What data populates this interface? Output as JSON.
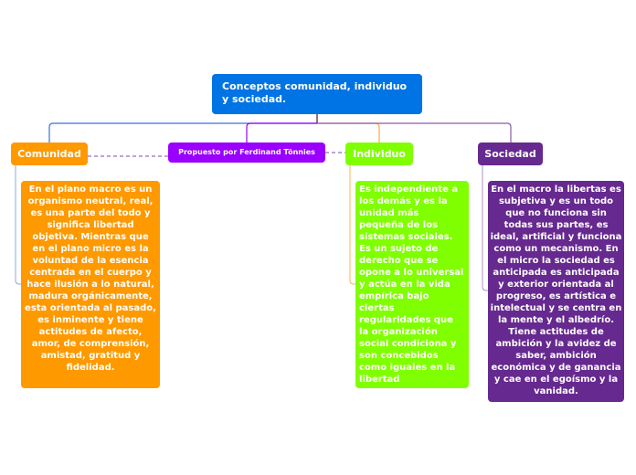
{
  "root": {
    "title": "Conceptos comunidad, individuo y sociedad."
  },
  "nodes": {
    "comunidad": {
      "label": "Comunidad",
      "text": "En el plano macro es un organismo neutral, real, es una parte del todo y significa libertad objetiva. Mientras que en el plano micro es la voluntad de la esencia centrada en el cuerpo y hace ilusión a lo natural, madura orgánicamente, esta orientada al pasado, es inminente y tiene actitudes de afecto, amor, de comprensión, amistad, gratitud y fidelidad."
    },
    "propuesto": {
      "label": "Propuesto por Ferdinand Tönnies"
    },
    "individuo": {
      "label": "Individuo",
      "text": "Es independiente a los demás y es la unidad más pequeña de los sistemas sociales. Es un sujeto de derecho que se opone a lo universal y actúa en la vida empírica bajo ciertas regularidades que la organización social condiciona y son concebidos como iguales en la libertad"
    },
    "sociedad": {
      "label": "Sociedad",
      "text": "En el macro la libertas es subjetiva y es un todo que no funciona sin todas sus partes, es ideal, artificial y funciona como un mecanismo. En el micro la sociedad es anticipada es anticipada y exterior orientada al progreso, es artística e intelectual y se centra en la mente y el albedrío. Tiene actitudes de ambición y la avidez de saber, ambición económica y de ganancia y cae en el egoísmo y la vanidad."
    }
  },
  "colors": {
    "root": "#0074e4",
    "comunidad": "#ff9900",
    "propuesto": "#9900ff",
    "individuo": "#80ff00",
    "sociedad": "#66298f"
  }
}
